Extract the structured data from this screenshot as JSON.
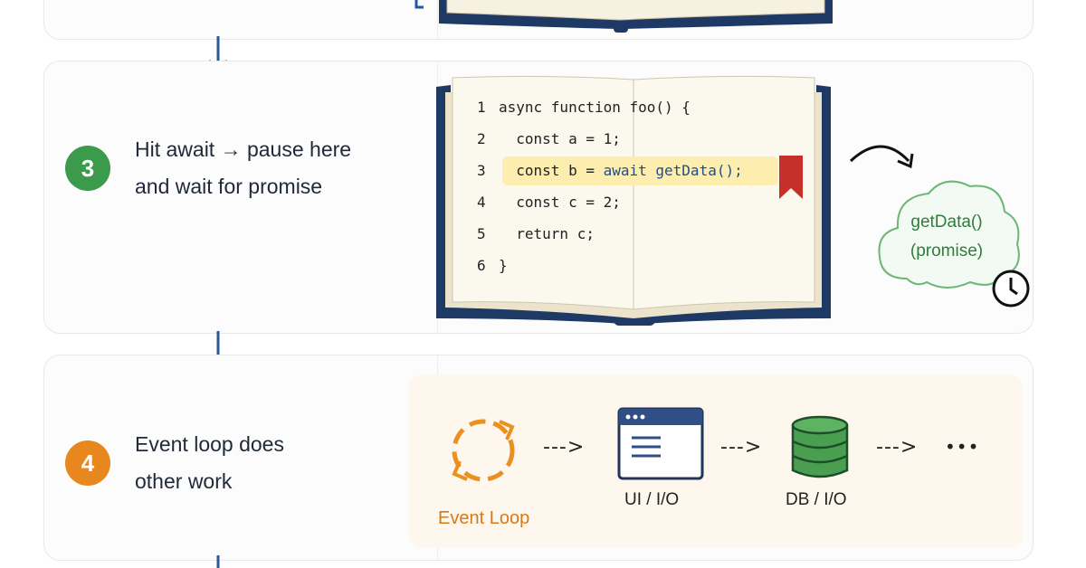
{
  "colors": {
    "green": "#3c9a4c",
    "orange": "#e8871e",
    "navy": "#1e3a64",
    "bookmark": "#c5302b",
    "highlight": "#fdeeb0"
  },
  "steps": [
    {
      "number": "3",
      "line1": "Hit await → pause here",
      "line2": "and wait for promise"
    },
    {
      "number": "4",
      "line1": "Event loop does",
      "line2": "other work"
    }
  ],
  "code": {
    "lines": [
      {
        "n": "1",
        "text": "async function foo() {"
      },
      {
        "n": "2",
        "text": "  const a = 1;"
      },
      {
        "n": "3",
        "pre": "  const b = ",
        "await": "await",
        "post": " getData();"
      },
      {
        "n": "4",
        "text": "  const c = 2;"
      },
      {
        "n": "5",
        "text": "  return c;"
      },
      {
        "n": "6",
        "text": "}"
      }
    ]
  },
  "promise": {
    "line1": "getData()",
    "line2": "(promise)"
  },
  "event_flow": {
    "loop_label": "Event Loop",
    "ui_label": "UI / I/O",
    "db_label": "DB / I/O",
    "arrow": "--->",
    "ellipsis": "•••"
  }
}
